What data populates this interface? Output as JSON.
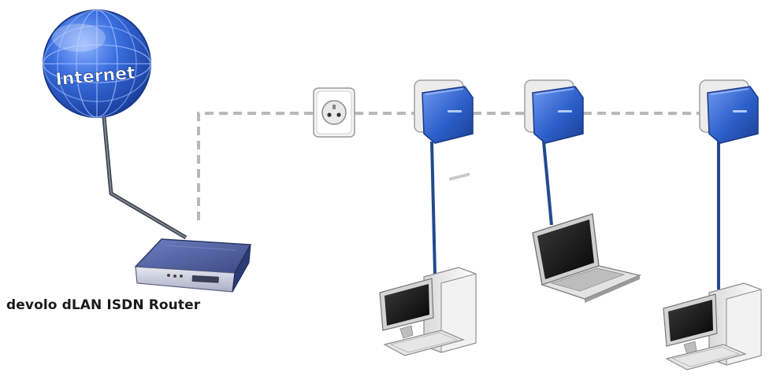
{
  "globe": {
    "label": "Internet"
  },
  "router": {
    "caption": "devolo dLAN ISDN Router"
  },
  "colors": {
    "globe_blue": "#2f63d6",
    "adapter_blue": "#2c5fc9",
    "cable_blue": "#234a8e",
    "router_body": "#4a5a9a",
    "dashed_line": "#b8b8b8",
    "background": "#ffffff"
  },
  "devices": [
    {
      "type": "internet-globe",
      "icon": "globe-icon"
    },
    {
      "type": "router",
      "icon": "router-icon"
    },
    {
      "type": "wall-socket",
      "icon": "power-socket-icon"
    },
    {
      "type": "powerline-adapter",
      "icon": "powerline-adapter-icon"
    },
    {
      "type": "powerline-adapter",
      "icon": "powerline-adapter-icon"
    },
    {
      "type": "powerline-adapter",
      "icon": "powerline-adapter-icon"
    },
    {
      "type": "desktop-pc",
      "icon": "desktop-computer-icon"
    },
    {
      "type": "laptop",
      "icon": "laptop-icon"
    },
    {
      "type": "desktop-pc",
      "icon": "desktop-computer-icon"
    }
  ]
}
